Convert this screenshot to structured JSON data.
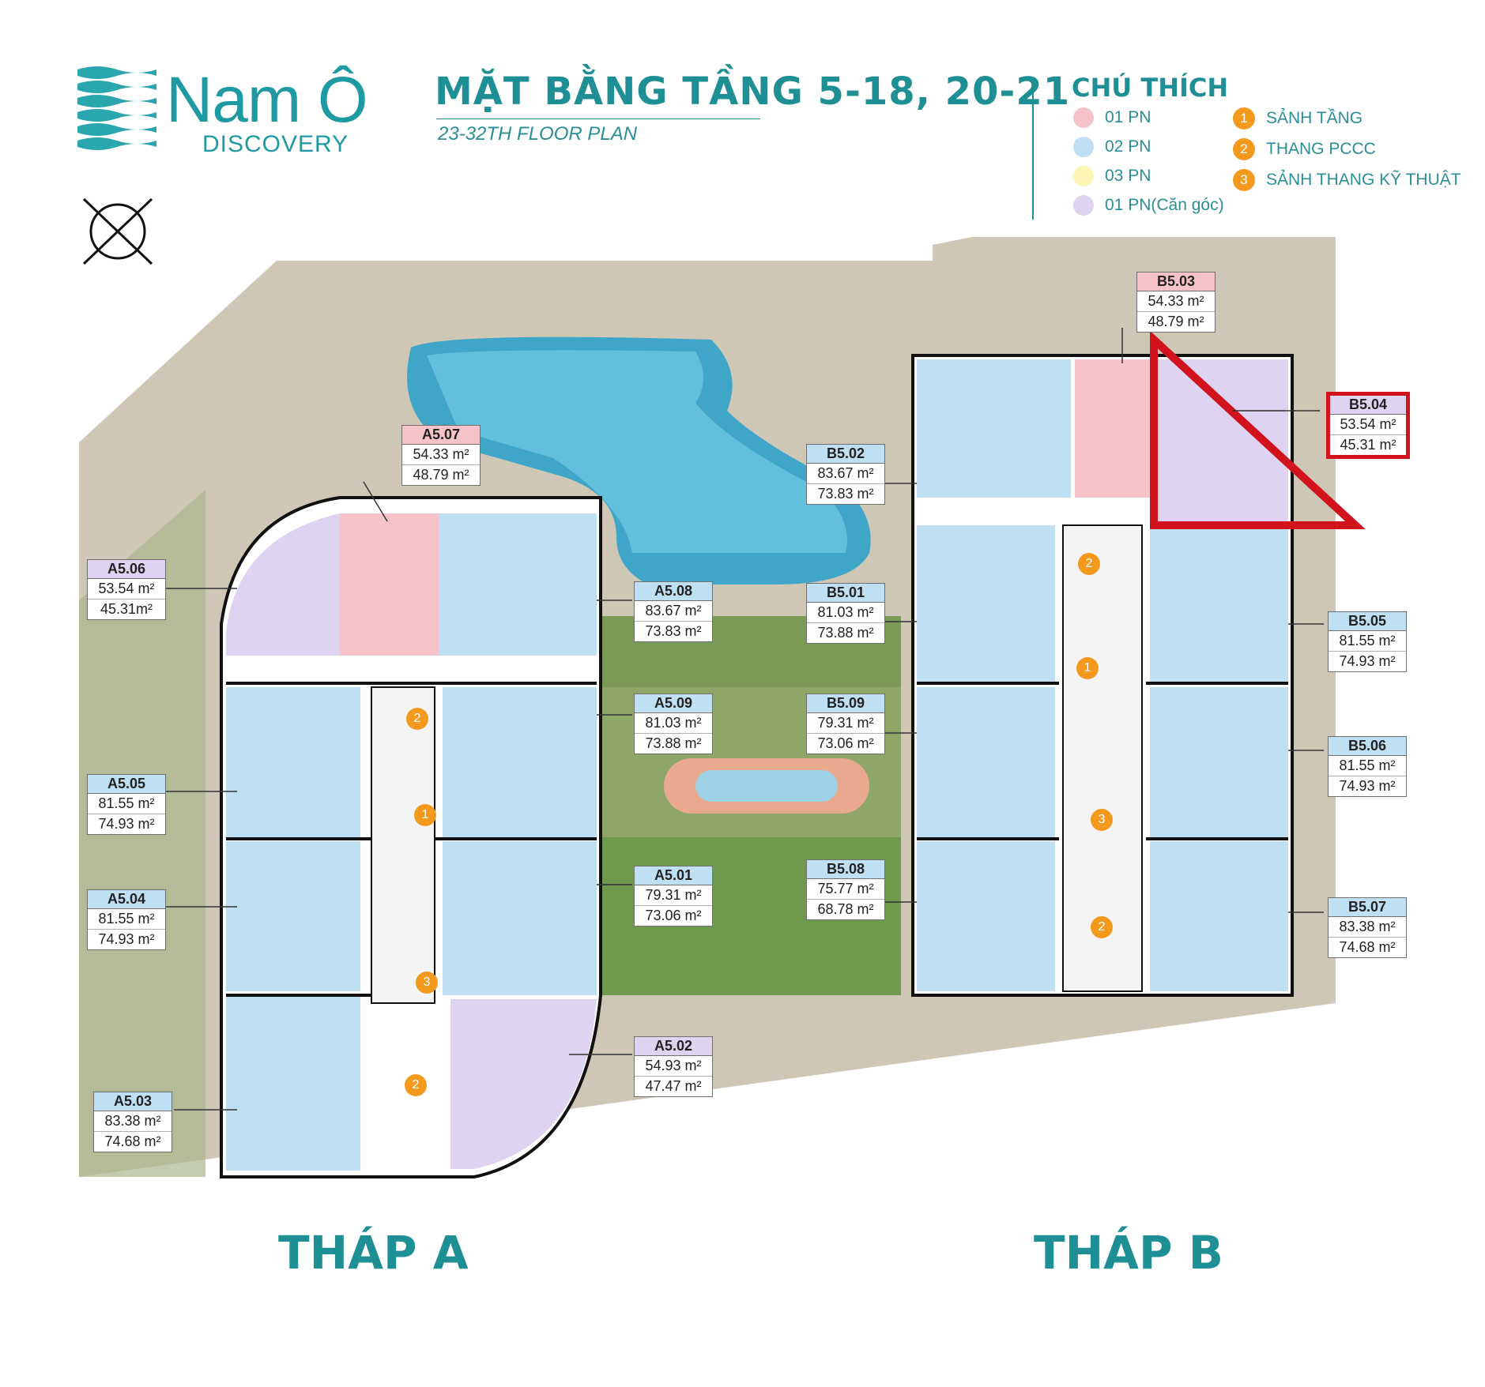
{
  "logo": {
    "name": "Nam Ô",
    "sub": "DISCOVERY"
  },
  "header": {
    "title": "MẶT BẰNG TẦNG 5-18, 20-21",
    "subtitle": "23-32TH FLOOR PLAN"
  },
  "legend": {
    "title": "CHÚ THÍCH",
    "types": [
      {
        "label": "01 PN",
        "color": "#f6c3c9"
      },
      {
        "label": "02 PN",
        "color": "#bfe0f2"
      },
      {
        "label": "03 PN",
        "color": "#fbf6b5"
      },
      {
        "label": "01 PN(Căn góc)",
        "color": "#ded3f1"
      }
    ],
    "facilities": [
      {
        "num": "1",
        "label": "SẢNH TẦNG"
      },
      {
        "num": "2",
        "label": "THANG PCCC"
      },
      {
        "num": "3",
        "label": "SẢNH THANG KỸ THUẬT"
      }
    ]
  },
  "units": {
    "a507": {
      "code": "A5.07",
      "area1": "54.33 m²",
      "area2": "48.79 m²"
    },
    "a506": {
      "code": "A5.06",
      "area1": "53.54 m²",
      "area2": "45.31m²"
    },
    "a508": {
      "code": "A5.08",
      "area1": "83.67 m²",
      "area2": "73.83 m²"
    },
    "a509": {
      "code": "A5.09",
      "area1": "81.03 m²",
      "area2": "73.88 m²"
    },
    "a505": {
      "code": "A5.05",
      "area1": "81.55 m²",
      "area2": "74.93 m²"
    },
    "a504": {
      "code": "A5.04",
      "area1": "81.55 m²",
      "area2": "74.93 m²"
    },
    "a501": {
      "code": "A5.01",
      "area1": "79.31 m²",
      "area2": "73.06 m²"
    },
    "a502": {
      "code": "A5.02",
      "area1": "54.93 m²",
      "area2": "47.47 m²"
    },
    "a503": {
      "code": "A5.03",
      "area1": "83.38 m²",
      "area2": "74.68 m²"
    },
    "b503": {
      "code": "B5.03",
      "area1": "54.33 m²",
      "area2": "48.79 m²"
    },
    "b504": {
      "code": "B5.04",
      "area1": "53.54 m²",
      "area2": "45.31 m²"
    },
    "b502": {
      "code": "B5.02",
      "area1": "83.67 m²",
      "area2": "73.83 m²"
    },
    "b501": {
      "code": "B5.01",
      "area1": "81.03 m²",
      "area2": "73.88 m²"
    },
    "b509": {
      "code": "B5.09",
      "area1": "79.31 m²",
      "area2": "73.06 m²"
    },
    "b508": {
      "code": "B5.08",
      "area1": "75.77 m²",
      "area2": "68.78 m²"
    },
    "b505": {
      "code": "B5.05",
      "area1": "81.55 m²",
      "area2": "74.93 m²"
    },
    "b506": {
      "code": "B5.06",
      "area1": "81.55 m²",
      "area2": "74.93 m²"
    },
    "b507": {
      "code": "B5.07",
      "area1": "83.38 m²",
      "area2": "74.68 m²"
    }
  },
  "towers": {
    "a": "THÁP A",
    "b": "THÁP B"
  },
  "highlight_color": "#d0131c"
}
